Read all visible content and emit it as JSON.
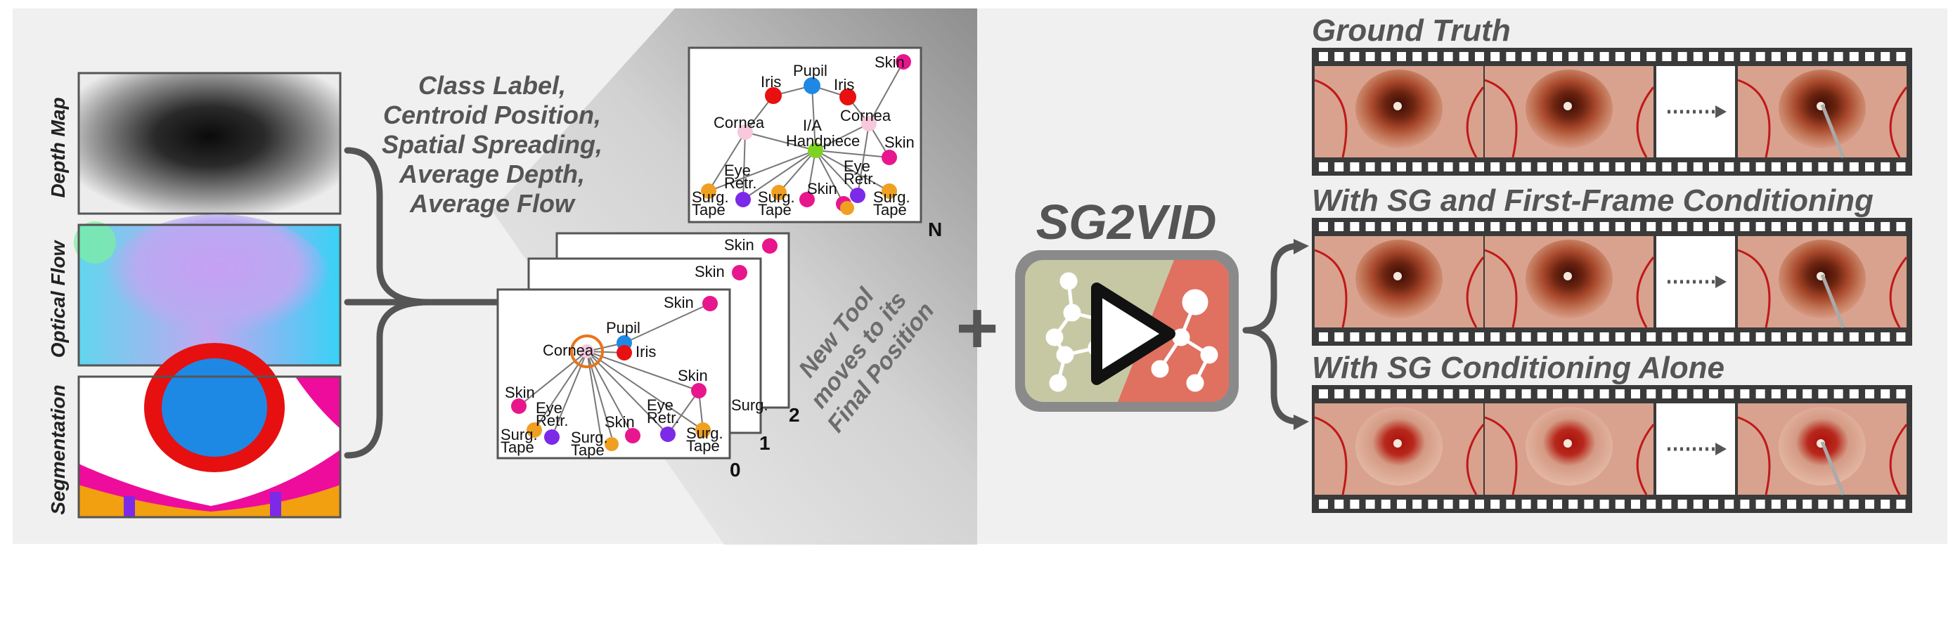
{
  "inputs": {
    "depth_map": "Depth Map",
    "optical_flow": "Optical Flow",
    "segmentation": "Segmentation"
  },
  "features": {
    "line1": "Class Label,",
    "line2": "Centroid Position,",
    "line3": "Spatial Spreading,",
    "line4": "Average Depth,",
    "line5": "Average Flow"
  },
  "graph_n": {
    "label": "N",
    "nodes": {
      "skin_a": "Skin",
      "pupil": "Pupil",
      "iris_l": "Iris",
      "iris_r": "Iris",
      "cornea_l": "Cornea",
      "cornea_r": "Cornea",
      "ia": "I/A",
      "handpiece": "Handpiece",
      "skin_b": "Skin",
      "eye": "Eye",
      "retr": "Retr.",
      "eye2": "Eye",
      "retr2": "Retr.",
      "skin_c": "Skin",
      "surg_l": "Surg.",
      "tape_l": "Tape",
      "surg_m": "Surg.",
      "tape_m": "Tape",
      "surg_r": "Surg.",
      "tape_r": "Tape"
    }
  },
  "graph_stack": {
    "index_2": "2",
    "index_1": "1",
    "index_0": "0",
    "skin_back2": "Skin",
    "skin_back1": "Skin",
    "skin_front": "Skin",
    "surg_back": "Surg.",
    "pupil": "Pupil",
    "cornea": "Cornea",
    "iris": "Iris",
    "skin_l": "Skin",
    "eye_l": "Eye",
    "retr_l": "Retr.",
    "skin_r": "Skin",
    "skin_m": "Skin",
    "eye_r": "Eye",
    "retr_r": "Retr.",
    "surg_l": "Surg.",
    "tape_l": "Tape",
    "surg_m": "Surg.",
    "tape_m": "Tape",
    "surg_r": "Surg.",
    "tape_r": "Tape"
  },
  "new_tool": {
    "line1": "New Tool",
    "line2": "moves to its",
    "line3": "Final Position"
  },
  "plus": "+",
  "model": {
    "title": "SG2VID"
  },
  "outputs": {
    "ground_truth": "Ground Truth",
    "sg_first_frame": "With SG and First-Frame Conditioning",
    "sg_alone": "With SG Conditioning Alone"
  },
  "colors": {
    "skin": "#e8168c",
    "pupil": "#1e88e5",
    "iris": "#e81010",
    "cornea": "#f8c8dc",
    "instrument": "#7ed321",
    "retractor": "#7c2ae8",
    "tape": "#f0a020",
    "highlight": "#e8741c",
    "model_green": "#c6c8a4",
    "model_red": "#e07060",
    "text_dark": "#3c3c3c"
  }
}
